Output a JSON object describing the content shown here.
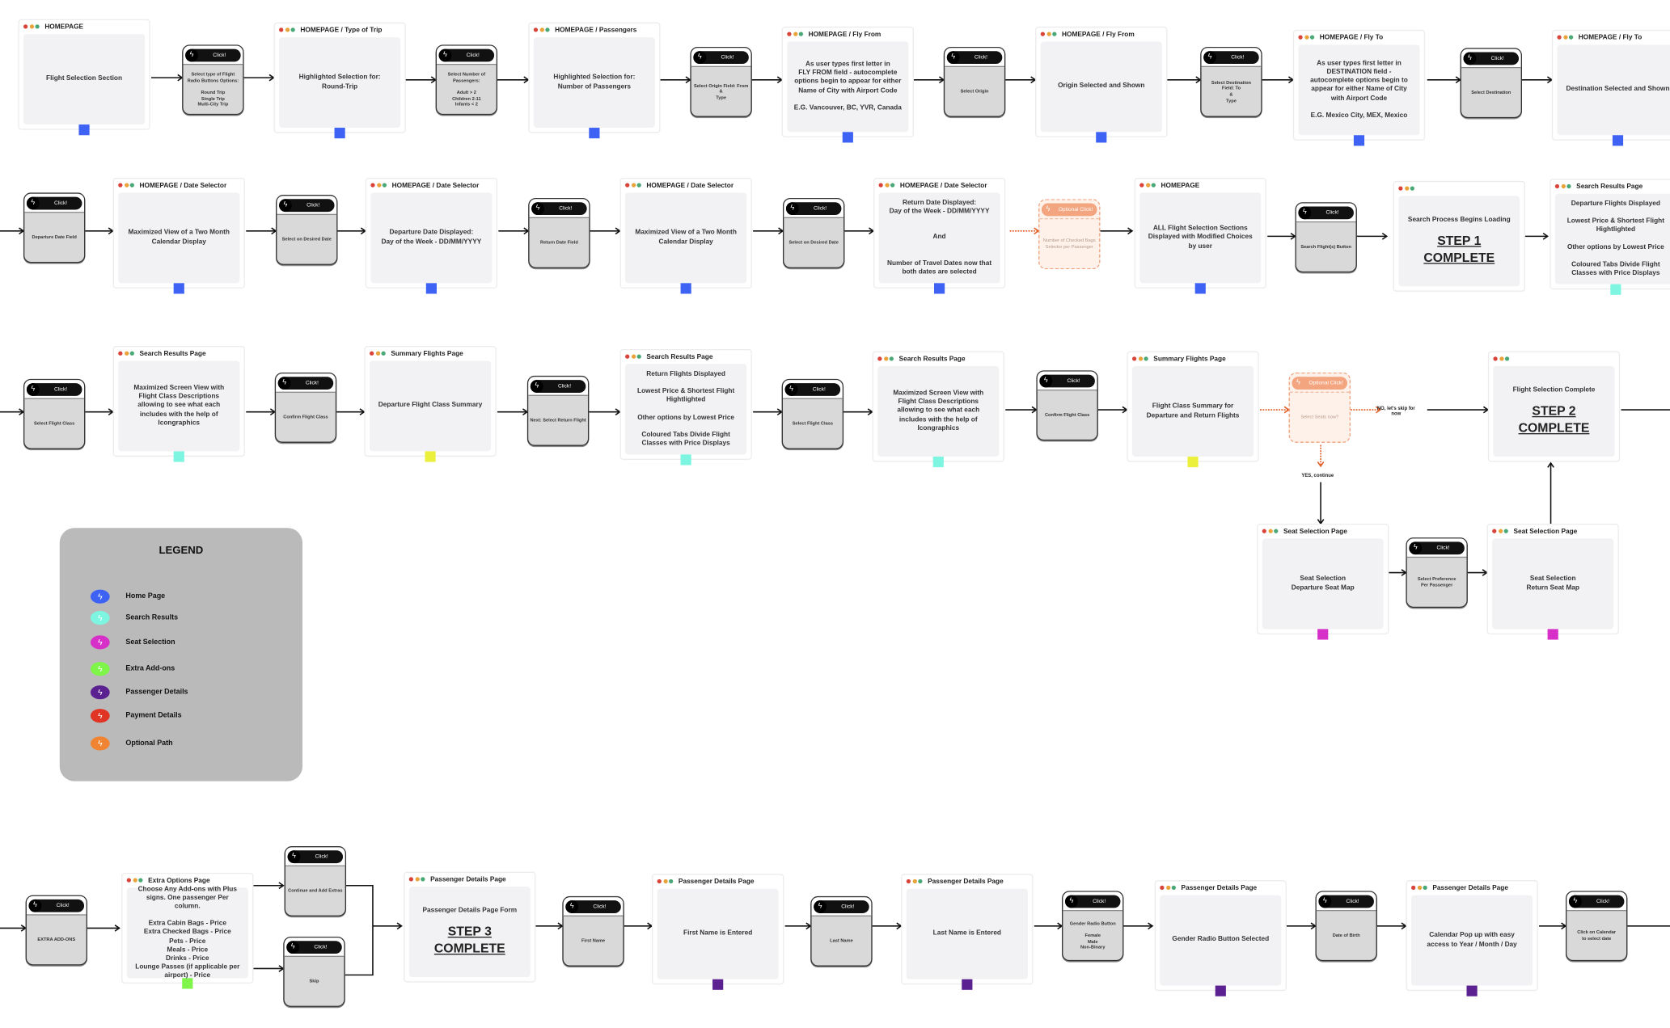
{
  "colors": {
    "home": "#3e63f4",
    "search": "#7df5e0",
    "seat": "#d630c8",
    "extras": "#7ef548",
    "passenger": "#5b2190",
    "payment": "#e03524",
    "optional": "#f08432",
    "summary": "#eaf03c"
  },
  "click_label": "Click!",
  "optional_label": "Optional Click!",
  "screens": [
    {
      "title": "HOMEPAGE",
      "body": "Flight Selection Section",
      "marker": "home"
    },
    {
      "title": "HOMEPAGE / Type of Trip",
      "body": "Highlighted Selection for:\nRound-Trip",
      "marker": "home"
    },
    {
      "title": "HOMEPAGE / Passengers",
      "body": "Highlighted Selection for:\nNumber of Passengers",
      "marker": "home"
    },
    {
      "title": "HOMEPAGE / Fly From",
      "body": "As user types first letter in\nFLY FROM field - autocomplete\noptions begin to appear for either\nName of City with Airport Code\n\nE.G. Vancouver, BC, YVR, Canada",
      "marker": "home"
    },
    {
      "title": "HOMEPAGE / Fly From",
      "body": "Origin Selected and Shown",
      "marker": "home"
    },
    {
      "title": "HOMEPAGE / Fly To",
      "body": "As user types first letter in\nDESTINATION field -\nautocomplete options begin to\nappear for either Name of City\nwith Airport Code\n\nE.G. Mexico City, MEX, Mexico",
      "marker": "home"
    },
    {
      "title": "HOMEPAGE / Fly To",
      "body": "Destination Selected and Shown",
      "marker": "home"
    },
    {
      "title": "HOMEPAGE / Date Selector",
      "body": "Maximized View of a Two Month\nCalendar Display",
      "marker": "home"
    },
    {
      "title": "HOMEPAGE / Date Selector",
      "body": "Departure Date Displayed:\nDay of the Week - DD/MM/YYYY",
      "marker": "home"
    },
    {
      "title": "HOMEPAGE / Date Selector",
      "body": "Maximized View of a Two Month\nCalendar Display",
      "marker": "home"
    },
    {
      "title": "HOMEPAGE / Date Selector",
      "body": "Return Date Displayed:\nDay of the Week - DD/MM/YYYY\n\n\nAnd\n\n\nNumber of Travel Dates now that\nboth dates are selected",
      "marker": "home"
    },
    {
      "title": "HOMEPAGE",
      "body": "ALL Flight Selection Sections\nDisplayed with Modified Choices\nby user",
      "marker": "home"
    },
    {
      "title": "",
      "body": "Search Process Begins Loading",
      "step": "STEP 1\nCOMPLETE",
      "marker": null
    },
    {
      "title": "Search Results Page",
      "body": "Departure Flights Displayed\n\nLowest Price & Shortest Flight\nHightlighted\n\nOther options by Lowest Price\n\nColoured Tabs Divide Flight\nClasses with Price Displays",
      "marker": "search"
    },
    {
      "title": "Search Results Page",
      "body": "Maximized Screen View with\nFlight Class Descriptions\nallowing to see what each\nincludes with the help of\nIcongraphics",
      "marker": "search"
    },
    {
      "title": "Summary Flights Page",
      "body": "Departure Flight Class Summary",
      "marker": "summary"
    },
    {
      "title": "Search Results Page",
      "body": "Return Flights Displayed\n\nLowest Price & Shortest Flight\nHightlighted\n\nOther options by Lowest Price\n\nColoured Tabs Divide Flight\nClasses with Price Displays",
      "marker": "search"
    },
    {
      "title": "Search Results Page",
      "body": "Maximized Screen View with\nFlight Class Descriptions\nallowing to see what each\nincludes with the help of\nIcongraphics",
      "marker": "search"
    },
    {
      "title": "Summary Flights Page",
      "body": "Flight Class Summary for\nDeparture and Return Flights",
      "marker": "summary"
    },
    {
      "title": "",
      "body": "Flight Selection Complete",
      "step": "STEP 2\nCOMPLETE",
      "marker": null
    },
    {
      "title": "Seat Selection Page",
      "body": "Seat Selection\nDeparture Seat Map",
      "marker": "seat"
    },
    {
      "title": "Seat Selection Page",
      "body": "Seat Selection\nReturn Seat Map",
      "marker": "seat"
    },
    {
      "title": "Extra Options Page",
      "body": "Choose Any Add-ons with Plus\nsigns. One passenger Per\ncolumn.\n\nExtra Cabin Bags - Price\nExtra Checked Bags - Price\nPets - Price\nMeals - Price\nDrinks - Price\nLounge Passes (if applicable per\nairport) - Price",
      "marker": "extras"
    },
    {
      "title": "Passenger Details Page",
      "body": "Passenger Details Page Form",
      "step": "STEP 3\nCOMPLETE",
      "marker": null
    },
    {
      "title": "Passenger Details Page",
      "body": "First Name is Entered",
      "marker": "passenger"
    },
    {
      "title": "Passenger Details Page",
      "body": "Last Name is Entered",
      "marker": "passenger"
    },
    {
      "title": "Passenger Details Page",
      "body": "Gender Radio Button Selected",
      "marker": "passenger"
    },
    {
      "title": "Passenger Details Page",
      "body": "Calendar Pop up with easy\naccess to Year / Month / Day",
      "marker": "passenger"
    }
  ],
  "clicks": [
    {
      "body": "Select type of Flight\nRadio Buttons Options:\n\nRound Trip\nSingle Trip\nMulti-City Trip"
    },
    {
      "body": "Select Number of\nPassengers:\n\nAdult > 2\nChildren 2-11\nInfants < 2"
    },
    {
      "body": "Select Origin Field: From\n&\nType"
    },
    {
      "body": "Select Origin"
    },
    {
      "body": "Select Destination\nField: To\n&\nType"
    },
    {
      "body": "Select Destination"
    },
    {
      "body": "Departure Date Field"
    },
    {
      "body": "Select on Desired Date"
    },
    {
      "body": "Return Date Field"
    },
    {
      "body": "Select on Desired Date"
    },
    {
      "body": "Search Flight(s) Button"
    },
    {
      "body": "Select Flight Class"
    },
    {
      "body": "Confirm Flight Class"
    },
    {
      "body": "Next: Select Return Flight"
    },
    {
      "body": "Select Flight Class"
    },
    {
      "body": "Confirm Flight Class"
    },
    {
      "body": "Select Preference\nPer Passenger"
    },
    {
      "body": "EXTRA ADD-ONS"
    },
    {
      "body": "Continue and Add Extras"
    },
    {
      "body": "Skip"
    },
    {
      "body": "First Name"
    },
    {
      "body": "Last Name"
    },
    {
      "body": "Gender Radio Button\n\nFemale\nMale\nNon-Binary"
    },
    {
      "body": "Date of Birth"
    },
    {
      "body": "Click on Calendar\nto select date"
    }
  ],
  "optional_clicks": [
    {
      "body": "Number of Checked Bags\nSelector per Passenger"
    },
    {
      "body": "Select Seats now?"
    }
  ],
  "notes": {
    "skip": "NO, let's skip for\nnow",
    "continue": "YES, continue"
  },
  "legend": {
    "title": "LEGEND",
    "items": [
      {
        "label": "Home Page",
        "color": "#3e63f4"
      },
      {
        "label": "Search Results",
        "color": "#7df5e0"
      },
      {
        "label": "Seat Selection",
        "color": "#d630c8"
      },
      {
        "label": "Extra Add-ons",
        "color": "#7ef548"
      },
      {
        "label": "Passenger Details",
        "color": "#5b2190"
      },
      {
        "label": "Payment Details",
        "color": "#e03524"
      },
      {
        "label": "Optional Path",
        "color": "#f08432"
      }
    ]
  }
}
